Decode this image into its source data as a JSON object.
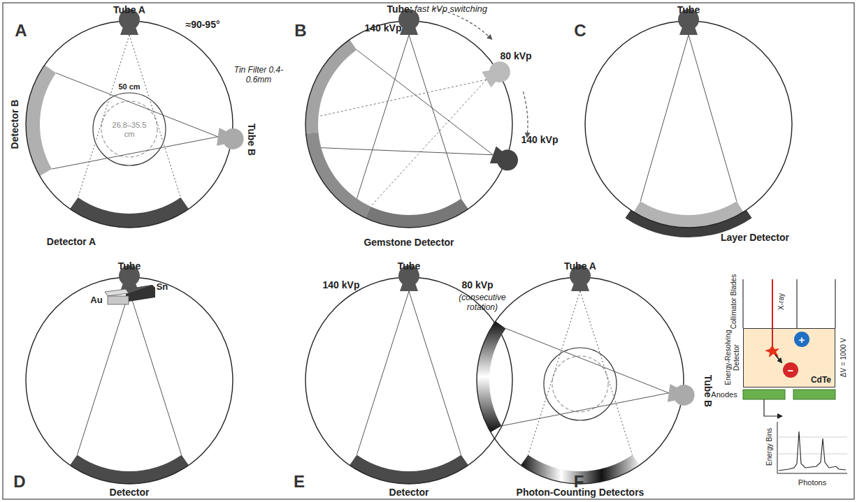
{
  "diagram": {
    "nodes": [
      {
        "text": [
          "CdTe"
        ]
      },
      {
        "text": [
          "+"
        ],
        "in": 0
      },
      {
        "text": [
          "−"
        ],
        "in": 0
      }
    ],
    "labels": [
      "A",
      "Tube A",
      "≈90-95°",
      "50 cm",
      "26.8–35.5 cm",
      "Tin Filter 0.4-0.6mm",
      "Tube B",
      "Detector B",
      "Detector A",
      "B",
      "Tube:",
      "fast kVp switching",
      "140 kVp",
      "80 kVp",
      "140 kVp",
      "Gemstone Detector",
      "C",
      "Tube",
      "Layer Detector",
      "D",
      "Tube",
      "Sn",
      "Au",
      "Detector",
      "E",
      "140 kVp",
      "Tube",
      "80 kVp",
      "(consecutive rotation)",
      "Detector",
      "F",
      "Tube A",
      "Tube B",
      "Photon-Counting Detectors",
      "Collimator Blades",
      "X-ray",
      "Energy-Resolving Detector",
      "ΔV = 1000 V",
      "Anodes",
      "Energy Bins",
      "Photons"
    ]
  }
}
